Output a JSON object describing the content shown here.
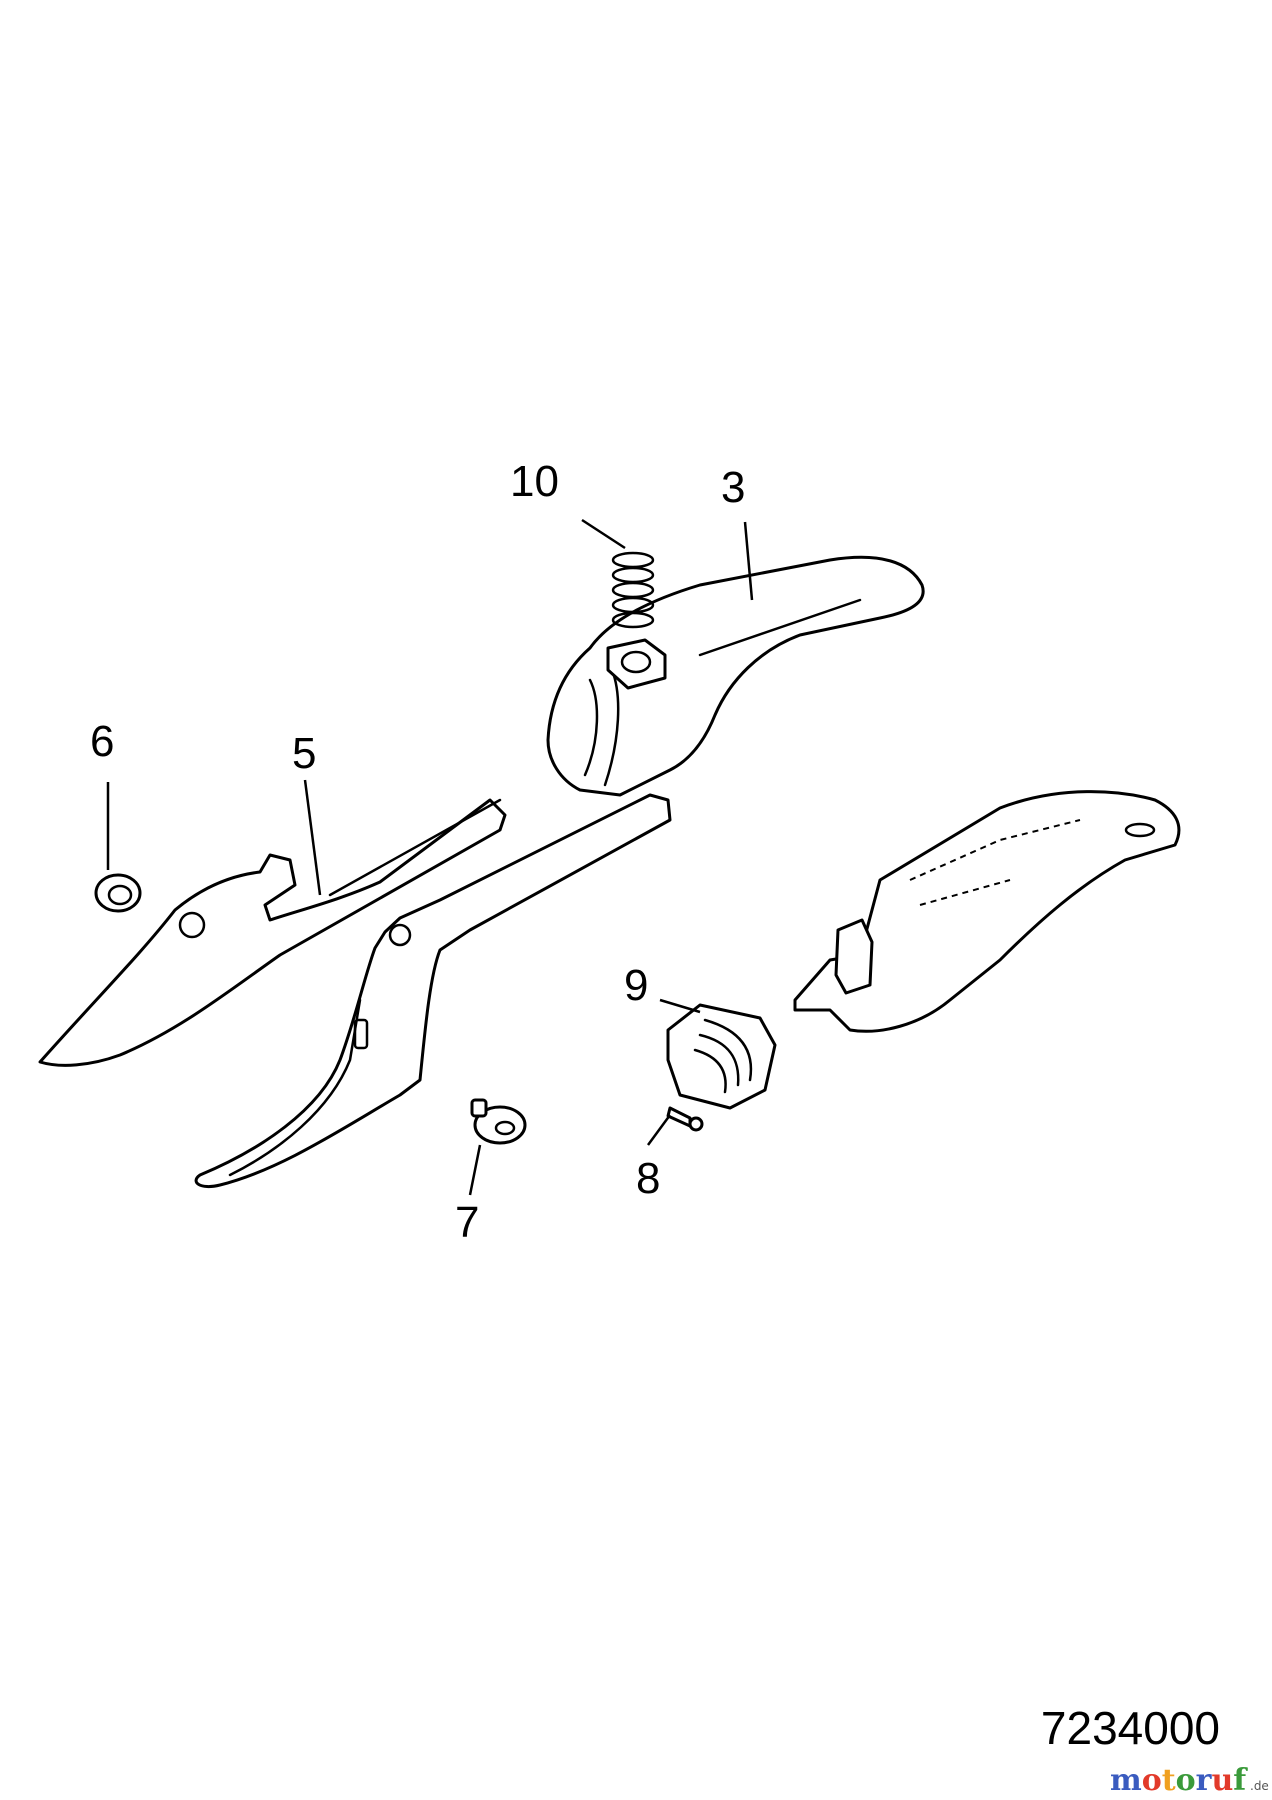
{
  "diagram": {
    "diagram_number": "7234000",
    "callouts": [
      {
        "id": "10",
        "label": "10"
      },
      {
        "id": "3",
        "label": "3"
      },
      {
        "id": "6",
        "label": "6"
      },
      {
        "id": "5",
        "label": "5"
      },
      {
        "id": "9",
        "label": "9"
      },
      {
        "id": "8",
        "label": "8"
      },
      {
        "id": "7",
        "label": "7"
      }
    ]
  },
  "watermark": {
    "letters": [
      "m",
      "o",
      "t",
      "o",
      "r",
      "u",
      "f"
    ],
    "letter_colors": [
      "#3a5bbf",
      "#e23a2a",
      "#f0a020",
      "#3a9a3a",
      "#3a5bbf",
      "#e23a2a",
      "#3a9a3a"
    ],
    "suffix": ".de"
  }
}
